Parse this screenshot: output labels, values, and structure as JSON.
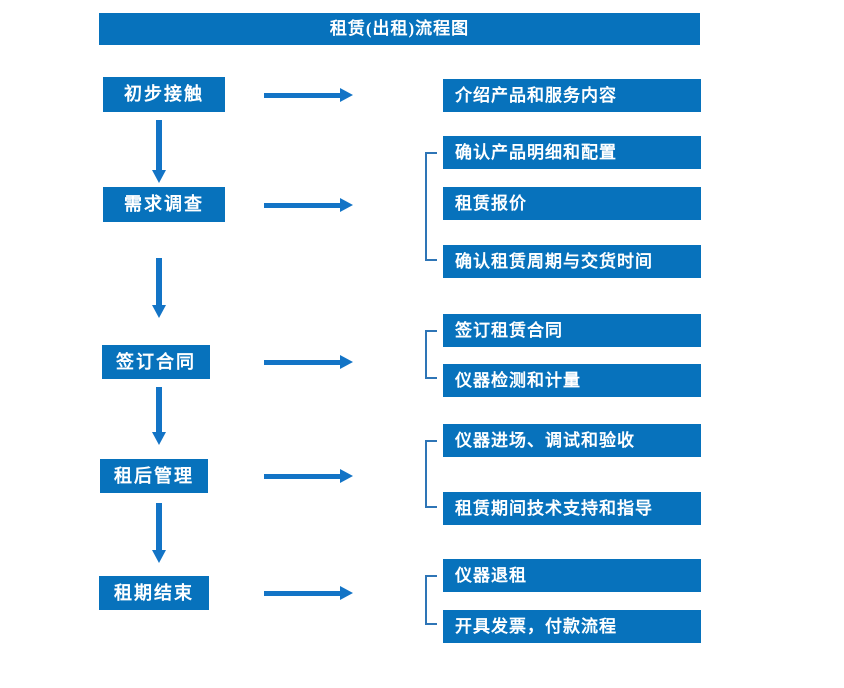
{
  "title": "租赁(出租)流程图",
  "colors": {
    "box_blue": "#0772bc",
    "arrow_blue": "#1374c6",
    "bracket_blue": "#2e75b6",
    "text": "#ffffff",
    "background": "#ffffff"
  },
  "steps": [
    {
      "label": "初步接触"
    },
    {
      "label": "需求调查"
    },
    {
      "label": "签订合同"
    },
    {
      "label": "租后管理"
    },
    {
      "label": "租期结束"
    }
  ],
  "details": [
    {
      "label": "介绍产品和服务内容"
    },
    {
      "label": "确认产品明细和配置"
    },
    {
      "label": "租赁报价"
    },
    {
      "label": "确认租赁周期与交货时间"
    },
    {
      "label": "签订租赁合同"
    },
    {
      "label": "仪器检测和计量"
    },
    {
      "label": "仪器进场、调试和验收"
    },
    {
      "label": "租赁期间技术支持和指导"
    },
    {
      "label": "仪器退租"
    },
    {
      "label": "开具发票，付款流程"
    }
  ]
}
